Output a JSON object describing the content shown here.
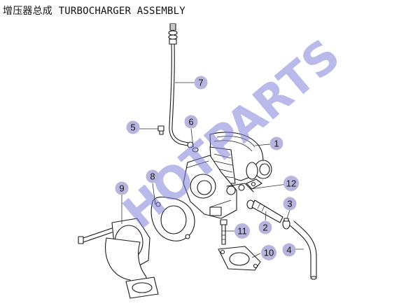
{
  "title": "增压器总成 TURBOCHARGER ASSEMBLY",
  "watermark": "HOTPARTS",
  "colors": {
    "callout_bubble": "#b7b5dd",
    "watermark": "#7f7fd8",
    "line_art": "#1a1a1a"
  },
  "callouts": [
    {
      "id": "1",
      "label": "1"
    },
    {
      "id": "2",
      "label": "2"
    },
    {
      "id": "3",
      "label": "3"
    },
    {
      "id": "4",
      "label": "4"
    },
    {
      "id": "5",
      "label": "5"
    },
    {
      "id": "6",
      "label": "6"
    },
    {
      "id": "7",
      "label": "7"
    },
    {
      "id": "8",
      "label": "8"
    },
    {
      "id": "9",
      "label": "9"
    },
    {
      "id": "10",
      "label": "10"
    },
    {
      "id": "11",
      "label": "11"
    },
    {
      "id": "12",
      "label": "12"
    }
  ]
}
